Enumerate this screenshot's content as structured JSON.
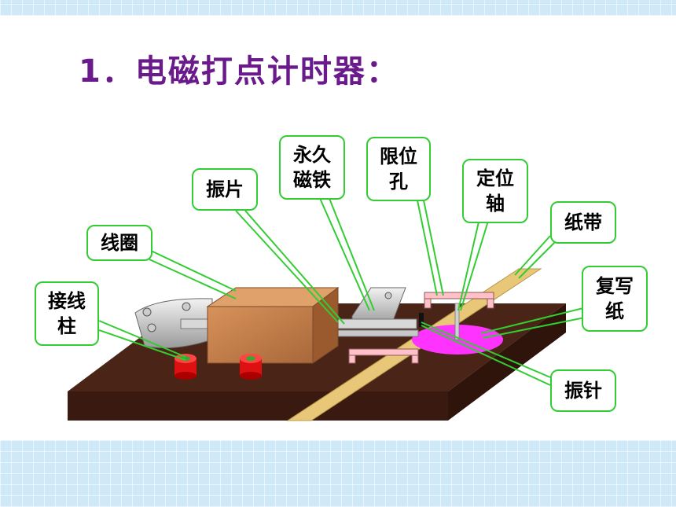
{
  "title": "1．电磁打点计时器：",
  "labels": {
    "binding_post": "接线\n柱",
    "coil": "线圈",
    "vibrating_reed": "振片",
    "permanent_magnet": "永久\n磁铁",
    "limit_hole": "限位\n孔",
    "positioning_axis": "定位\n轴",
    "paper_tape": "纸带",
    "carbon_paper": "复写\n纸",
    "vibrating_needle": "振针"
  },
  "colors": {
    "title": "#6a1a8a",
    "callout_border": "#33cc33",
    "base": "#4a2416",
    "coil": "#c6804a",
    "tape": "#e8c878",
    "carbon_paper": "#ff33ff",
    "binding_post": "#dd1111"
  }
}
